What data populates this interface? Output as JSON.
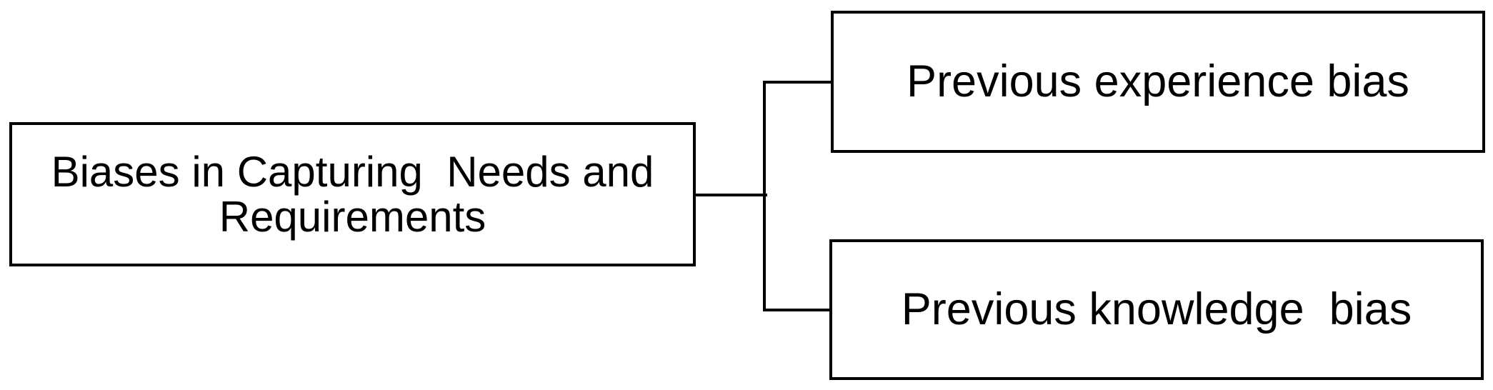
{
  "nodes": {
    "root": {
      "label": "Biases in Capturing  Needs and\nRequirements"
    },
    "child_top": {
      "label": "Previous experience bias"
    },
    "child_bottom": {
      "label": "Previous knowledge  bias"
    }
  },
  "colors": {
    "line": "#000000",
    "text": "#000000",
    "box_fill": "#ffffff",
    "background": "#ffffff"
  }
}
